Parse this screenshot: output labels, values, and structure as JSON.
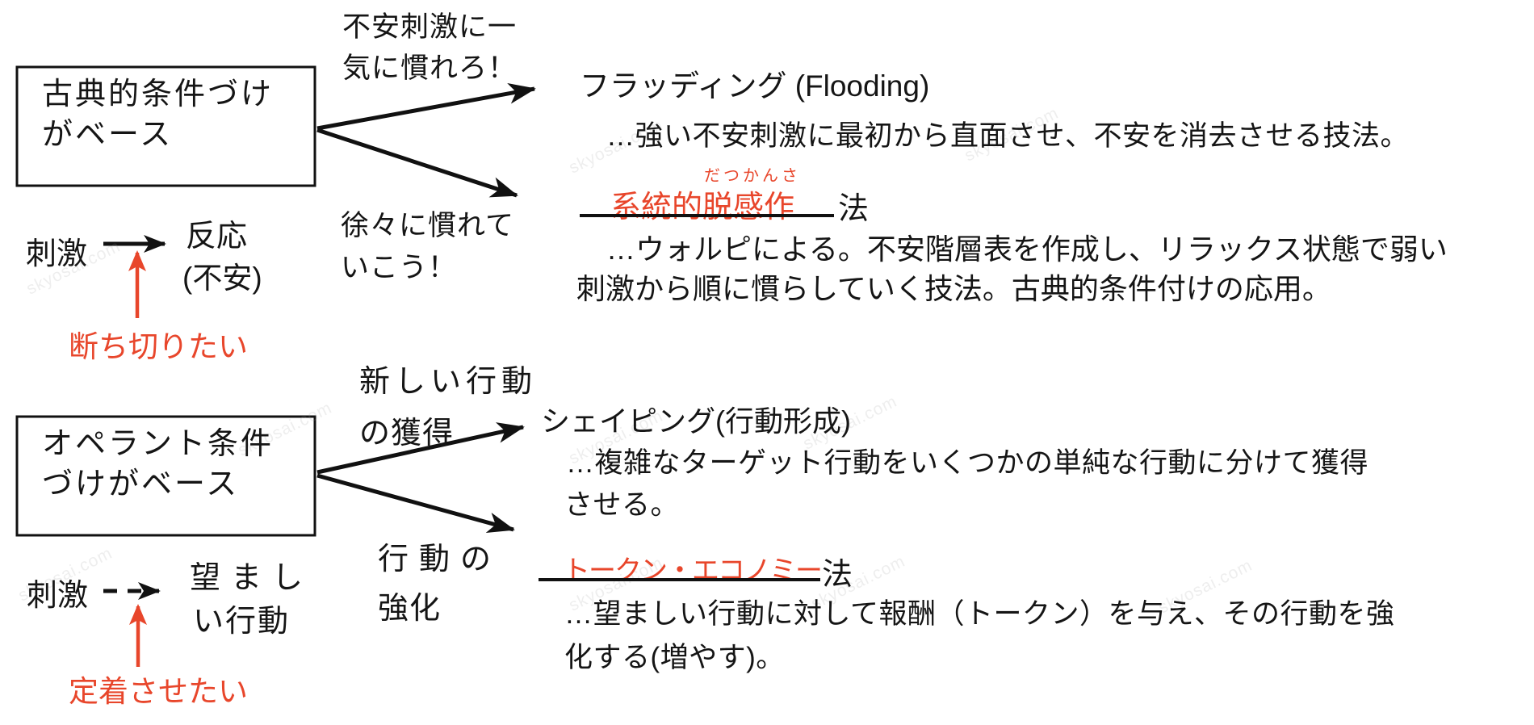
{
  "watermark": "skyosai.com",
  "colors": {
    "red": "#e8462b",
    "ink": "#151515",
    "background": "#ffffff"
  },
  "classical": {
    "box_label": "古典的条件づけ\nがベース",
    "branch_top_label": "不安刺激に一\n気に慣れろ！",
    "branch_bottom_label": "徐々に慣れて\nいこう！",
    "stimulus": "刺激",
    "response": "反応",
    "response_note": "(不安)",
    "red_arrow_label": "断ち切りたい",
    "flooding": {
      "title": "フラッディング (Flooding)",
      "description": "…強い不安刺激に最初から直面させ、不安を消去させる技法。"
    },
    "desensitization": {
      "furigana": "だつかんさ",
      "answer": "系統的脱感作",
      "suffix": "法",
      "description_line1": "…ウォルピによる。不安階層表を作成し、リラックス状態で弱い",
      "description_line2": "刺激から順に慣らしていく技法。古典的条件付けの応用。"
    }
  },
  "operant": {
    "box_label": "オペラント条件\nづけがベース",
    "branch_top_line1": "新しい行動",
    "branch_top_line2": "の獲得",
    "branch_bottom_line1": "行動の",
    "branch_bottom_line2": "強化",
    "stimulus": "刺激",
    "behavior_line1": "望まし",
    "behavior_line2": "い行動",
    "red_arrow_label": "定着させたい",
    "shaping": {
      "title": "シェイピング(行動形成)",
      "description_line1": "…複雑なターゲット行動をいくつかの単純な行動に分けて獲得",
      "description_line2": "させる。"
    },
    "token_economy": {
      "answer": "トークン・エコノミー",
      "suffix": "法",
      "description_line1": "…望ましい行動に対して報酬（トークン）を与え、その行動を強",
      "description_line2": "化する(増やす)。"
    }
  }
}
